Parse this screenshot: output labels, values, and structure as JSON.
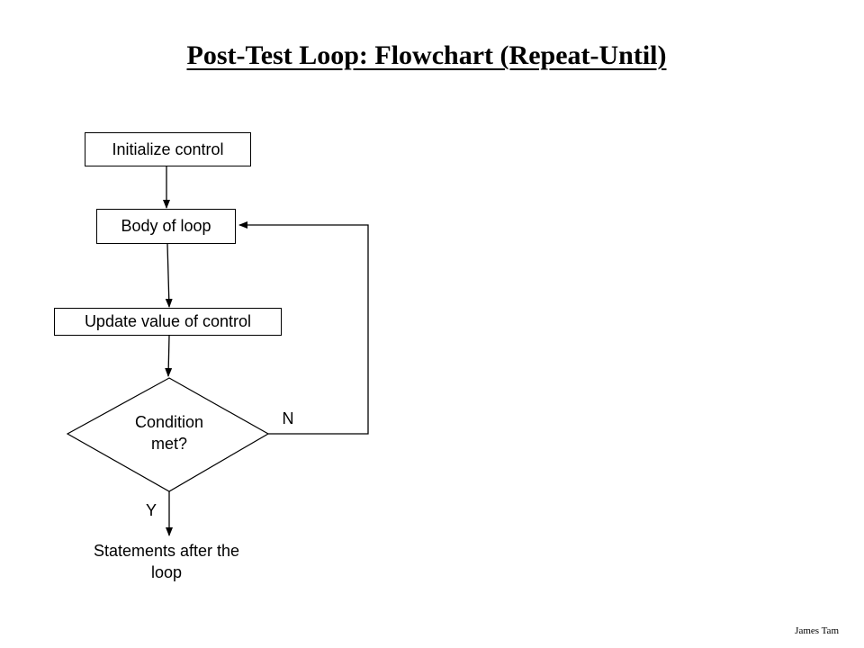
{
  "title": "Post-Test Loop: Flowchart (Repeat-Until)",
  "flowchart": {
    "init": "Initialize control",
    "body": "Body of loop",
    "update": "Update value of control",
    "condition_line1": "Condition",
    "condition_line2": "met?",
    "no_label": "N",
    "yes_label": "Y",
    "after_line1": "Statements after the",
    "after_line2": "loop"
  },
  "footer": "James Tam"
}
